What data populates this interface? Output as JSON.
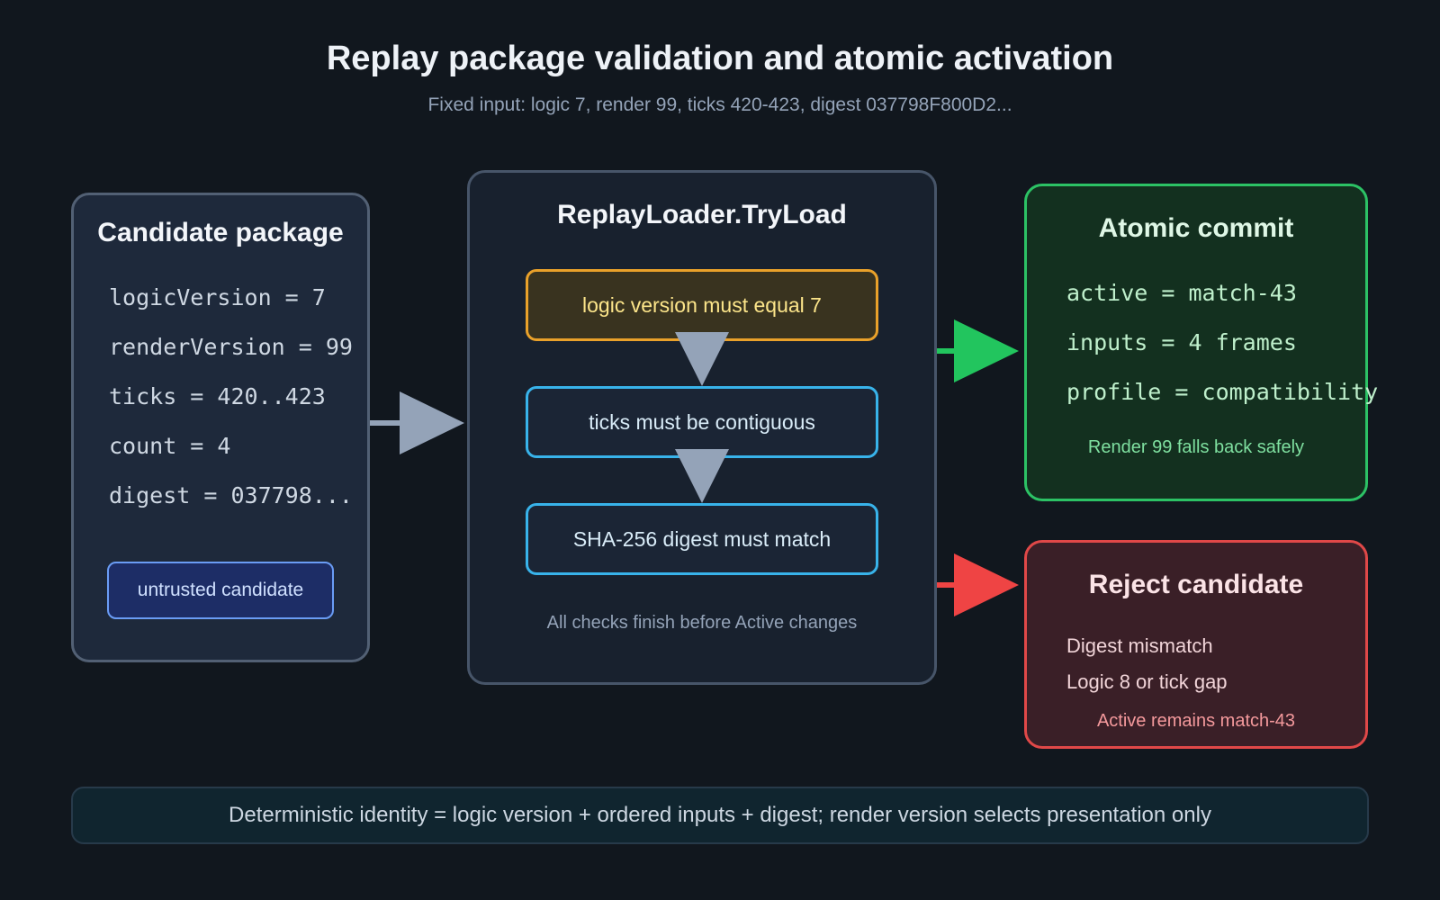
{
  "title": "Replay package validation and atomic activation",
  "subtitle": "Fixed input: logic 7, render 99, ticks 420-423, digest 037798F800D2...",
  "candidate": {
    "title": "Candidate package",
    "fields": [
      "logicVersion = 7",
      "renderVersion = 99",
      "ticks = 420..423",
      "count = 4",
      "digest = 037798..."
    ],
    "badge": "untrusted candidate"
  },
  "loader": {
    "title": "ReplayLoader.TryLoad",
    "checks": [
      "logic version must equal 7",
      "ticks must be contiguous",
      "SHA-256 digest must match"
    ],
    "note": "All checks finish before Active changes"
  },
  "commit": {
    "title": "Atomic commit",
    "fields": [
      "active = match-43",
      "inputs = 4 frames",
      "profile = compatibility"
    ],
    "note": "Render 99 falls back safely"
  },
  "reject": {
    "title": "Reject candidate",
    "items": [
      "Digest mismatch",
      "Logic 8 or tick gap"
    ],
    "note": "Active remains match-43"
  },
  "footer": "Deterministic identity = logic version + ordered inputs + digest; render version selects presentation only",
  "colors": {
    "background": "#11171e",
    "success": "#22c55e",
    "failure": "#ef4444",
    "warning": "#e9a12a",
    "info": "#38b3ea",
    "arrow_neutral": "#94a3b8"
  }
}
